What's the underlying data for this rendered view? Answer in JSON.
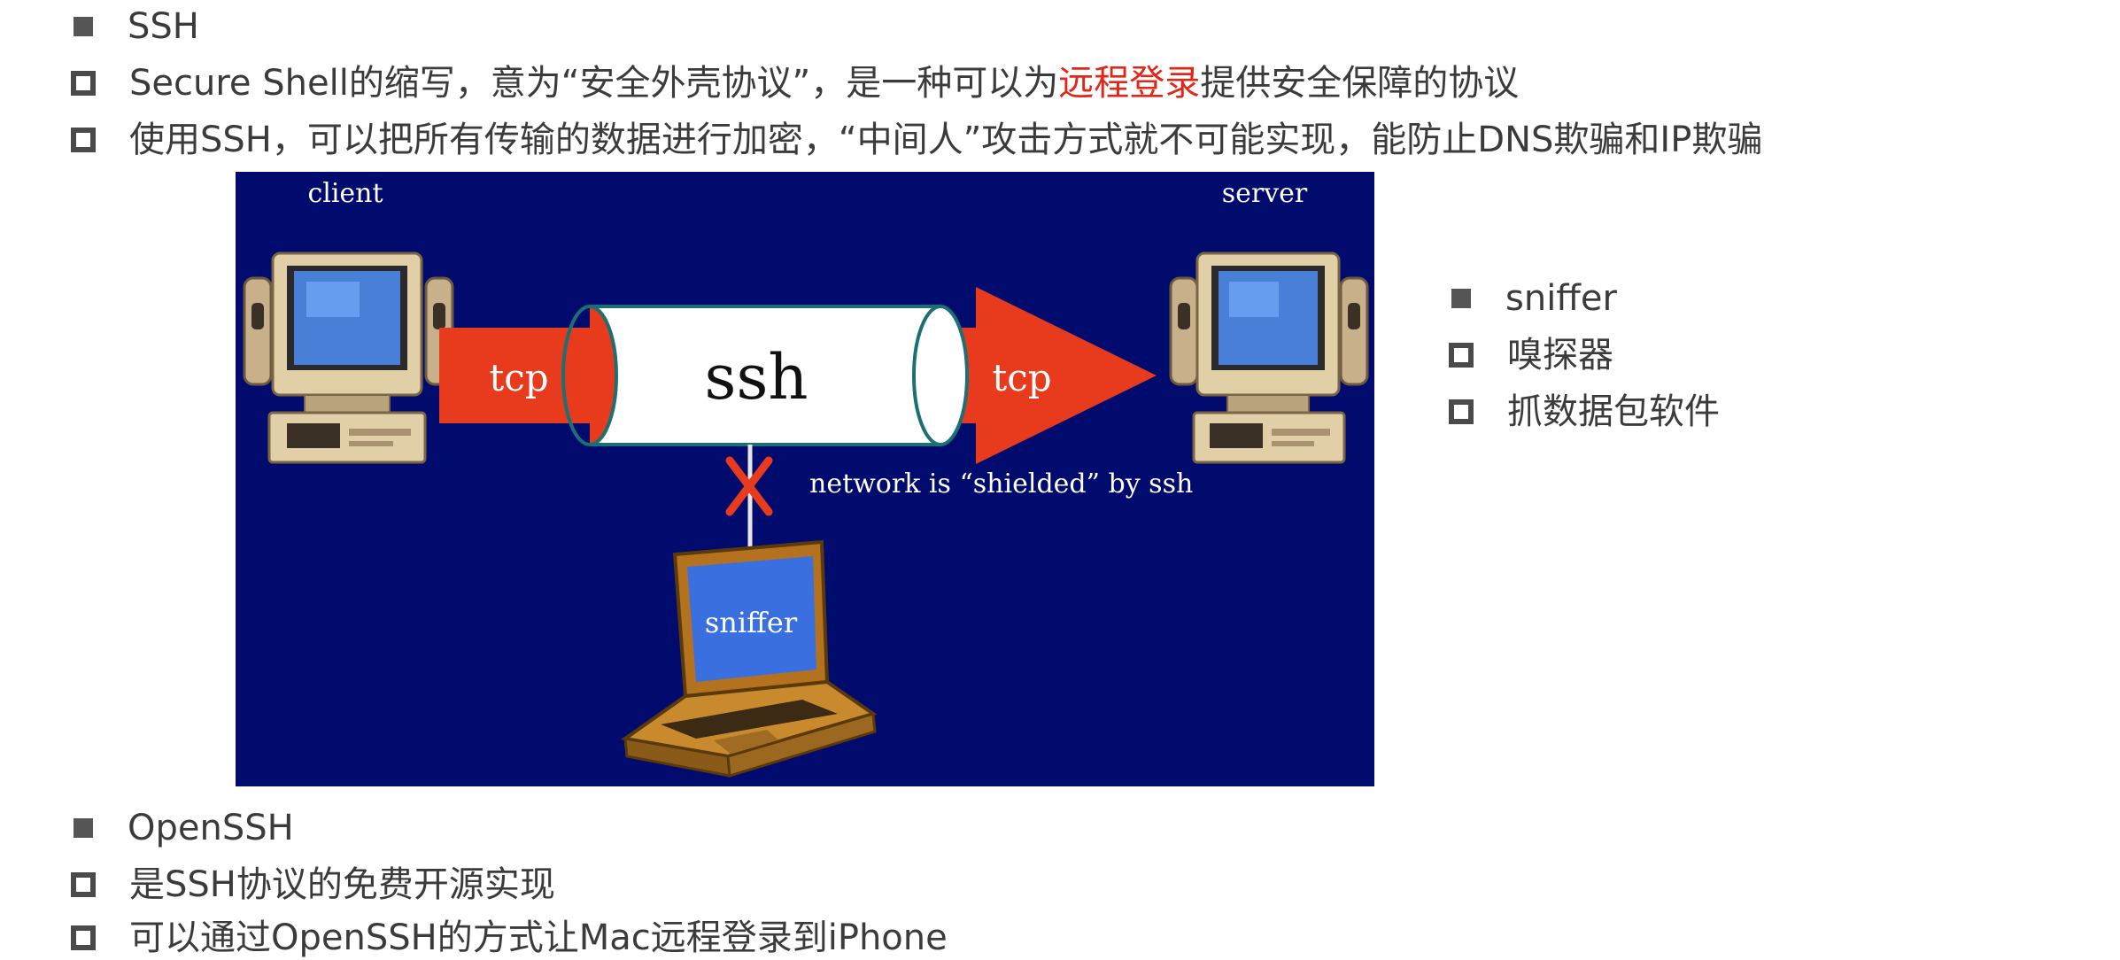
{
  "section_ssh": {
    "heading": "SSH",
    "point1_pre": "Secure Shell的缩写，意为“安全外壳协议”，是一种可以为",
    "point1_highlight": "远程登录",
    "point1_post": "提供安全保障的协议",
    "point2": "使用SSH，可以把所有传输的数据进行加密，“中间人”攻击方式就不可能实现，能防止DNS欺骗和IP欺骗"
  },
  "diagram": {
    "client_label": "client",
    "server_label": "server",
    "tunnel_label": "ssh",
    "tcp_left_label": "tcp",
    "tcp_right_label": "tcp",
    "shield_note": "network is “shielded” by ssh",
    "sniffer_screen_label": "sniffer",
    "colors": {
      "background": "#000b6d",
      "tcp_arrow": "#e83a1c",
      "tunnel": "#ffffff",
      "block_mark": "#e83a1c"
    }
  },
  "section_sniffer": {
    "heading": "sniffer",
    "point1": "嗅探器",
    "point2": "抓数据包软件"
  },
  "section_openssh": {
    "heading": "OpenSSH",
    "point1": "是SSH协议的免费开源实现",
    "point2": "可以通过OpenSSH的方式让Mac远程登录到iPhone"
  }
}
